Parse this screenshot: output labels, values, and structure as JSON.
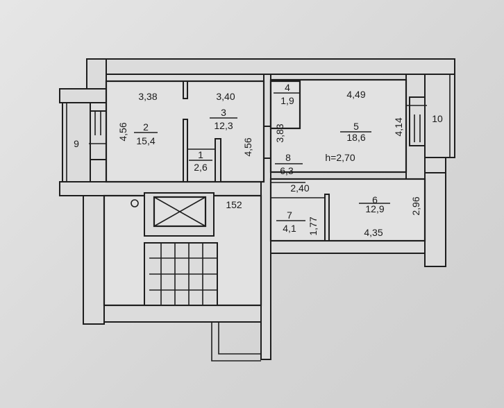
{
  "plan": {
    "ceiling_height": "h=2,70",
    "rooms": [
      {
        "id": "1",
        "area": "2,6"
      },
      {
        "id": "2",
        "area": "15,4"
      },
      {
        "id": "3",
        "area": "12,3"
      },
      {
        "id": "4",
        "area": "1,9"
      },
      {
        "id": "5",
        "area": "18,6"
      },
      {
        "id": "6",
        "area": "12,9"
      },
      {
        "id": "7",
        "area": "4,1"
      },
      {
        "id": "8",
        "area": "6,3"
      },
      {
        "id": "9"
      },
      {
        "id": "10"
      }
    ],
    "dimensions": {
      "room2_width": "3,38",
      "room3_width": "3,40",
      "room2_depth": "4,56",
      "room3_depth": "4,56",
      "hall_depth": "3,83",
      "room5_width": "4,49",
      "room5_depth": "4,14",
      "hall_width": "2,40",
      "room6_depth": "2,96",
      "room6_width": "4,35",
      "room7_depth": "1,77",
      "stair_dim": "152"
    }
  }
}
